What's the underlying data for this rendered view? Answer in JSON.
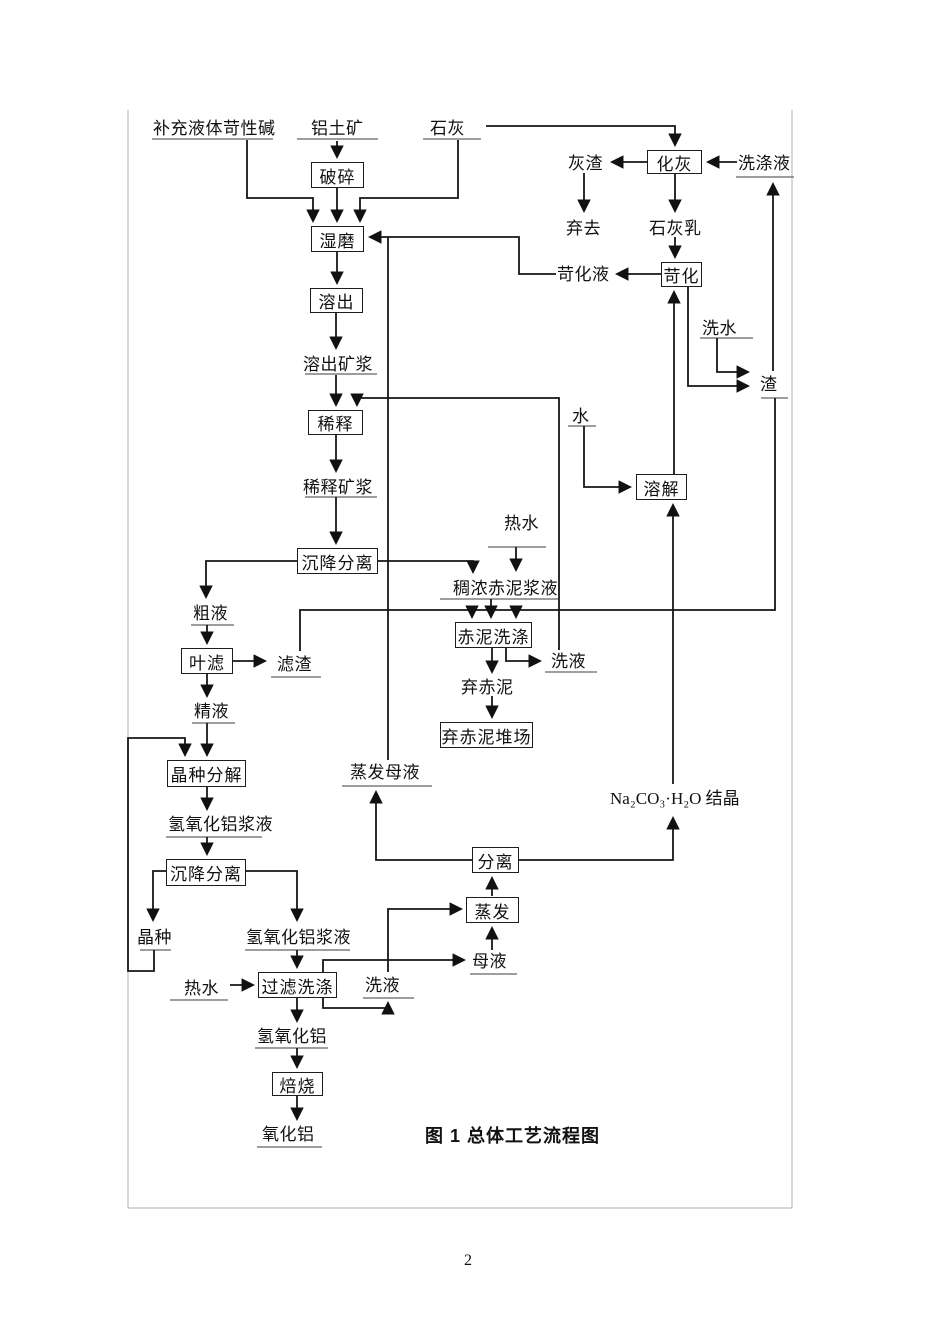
{
  "figure": {
    "caption": "图 1 总体工艺流程图",
    "page_number": "2"
  },
  "colors": {
    "flow_line": "#161616",
    "underline": "#7f7f7f",
    "frame": "#b0b0b0"
  },
  "nodes": {
    "supplement_caustic": "补充液体苛性碱",
    "bauxite": "铝土矿",
    "lime": "石灰",
    "crushing": "破碎",
    "wet_grinding": "湿磨",
    "digestion": "溶出",
    "digestion_slurry": "溶出矿浆",
    "dilution": "稀释",
    "diluted_slurry": "稀释矿浆",
    "settling_1": "沉降分离",
    "crude_liquor": "粗液",
    "leaf_filter": "叶滤",
    "filter_residue": "滤渣",
    "refined_liquor": "精液",
    "seed_decomposition": "晶种分解",
    "alum_hydroxide_slurry_1": "氢氧化铝浆液",
    "settling_2": "沉降分离",
    "seed": "晶种",
    "alum_hydroxide_slurry_2": "氢氧化铝浆液",
    "hot_water_2": "热水",
    "filter_washing": "过滤洗涤",
    "wash_liquor_2": "洗液",
    "mother_liquor": "母液",
    "evaporation": "蒸发",
    "separation": "分离",
    "evap_mother_liquor": "蒸发母液",
    "na2co3_crystal": "Na₂CO₃·H₂O 结晶",
    "alum_hydroxide": "氢氧化铝",
    "roasting": "焙烧",
    "alumina": "氧化铝",
    "lime_slaking": "化灰",
    "ash_residue": "灰渣",
    "discard": "弃去",
    "lime_milk": "石灰乳",
    "causticization": "苛化",
    "causticized_liquor": "苛化液",
    "wash_water": "洗水",
    "residue": "渣",
    "washing_liquid": "洗涤液",
    "dissolution": "溶解",
    "water": "水",
    "hot_water_1": "热水",
    "thick_red_mud_slurry": "稠浓赤泥浆液",
    "red_mud_washing": "赤泥洗涤",
    "wash_liquor_1": "洗液",
    "discarded_red_mud": "弃赤泥",
    "red_mud_yard": "弃赤泥堆场"
  }
}
